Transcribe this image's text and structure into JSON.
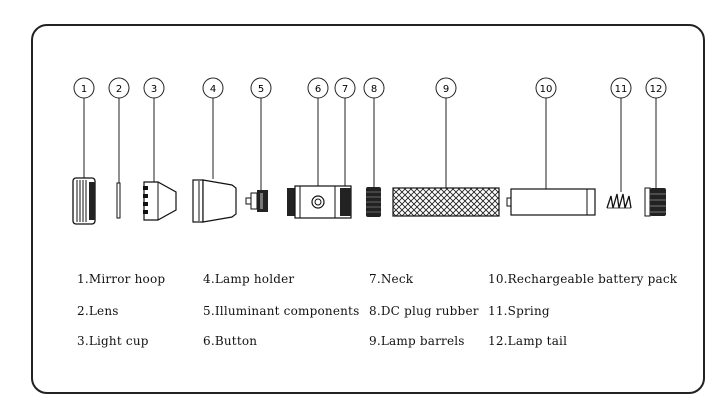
{
  "callouts": [
    "1",
    "2",
    "3",
    "4",
    "5",
    "6",
    "7",
    "8",
    "9",
    "10",
    "11",
    "12"
  ],
  "legend": [
    "1.Mirror hoop",
    "2.Lens",
    "3.Light cup",
    "4.Lamp holder",
    "5.Illuminant components",
    "6.Button",
    "7.Neck",
    "8.DC plug rubber",
    "9.Lamp barrels",
    "10.Rechargeable battery pack",
    "11.Spring",
    "12.Lamp tail"
  ]
}
